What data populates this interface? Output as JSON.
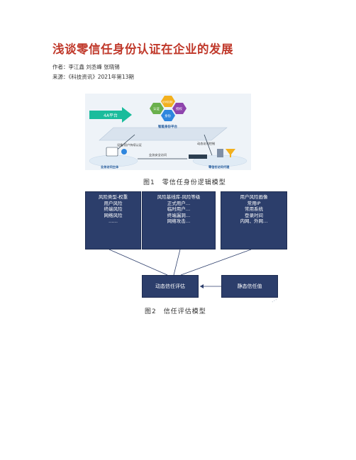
{
  "document": {
    "title": "浅谈零信任身份认证在企业的发展",
    "authors": "作者：李江鑫 刘丞峰 张晓锡",
    "source": "来源：《科技资讯》2021年第13期"
  },
  "figure1": {
    "caption": "图1　零信任身份逻辑模型",
    "labels": {
      "platform": "4A平台",
      "top_hex": "访问控制",
      "auth": "认证",
      "authorize": "授权",
      "account": "身份",
      "trust_platform": "智能身份平台",
      "left_arrow": "设备/用户持续认证",
      "right_arrow": "动态访问控制",
      "middle": "业务安全访问",
      "left_base": "业务访问主体",
      "right_base": "零信任访问代理"
    },
    "colors": {
      "hex_yellow": "#f2b01e",
      "hex_green": "#6ab04c",
      "hex_purple": "#8e44ad",
      "hex_blue": "#2e86de",
      "arrow_teal": "#1abc9c"
    }
  },
  "figure2": {
    "caption": "图2　信任评估模型",
    "top_boxes": [
      {
        "lines": [
          "风险类型-权重",
          "用户风险",
          "终端风险",
          "网络风险",
          "……"
        ]
      },
      {
        "lines": [
          "风险基线库-风险等级",
          "正式用户…",
          "临时用户…",
          "终端漏洞…",
          "网络攻击…"
        ]
      },
      {
        "lines": [
          "用户风险画像",
          "常用IP",
          "常用系统",
          "登录时间",
          "内网、外网…"
        ]
      }
    ],
    "dynamic_label": "动态信任评估",
    "static_label": "静态信任值",
    "colors": {
      "box": "#2c3e6b"
    }
  }
}
